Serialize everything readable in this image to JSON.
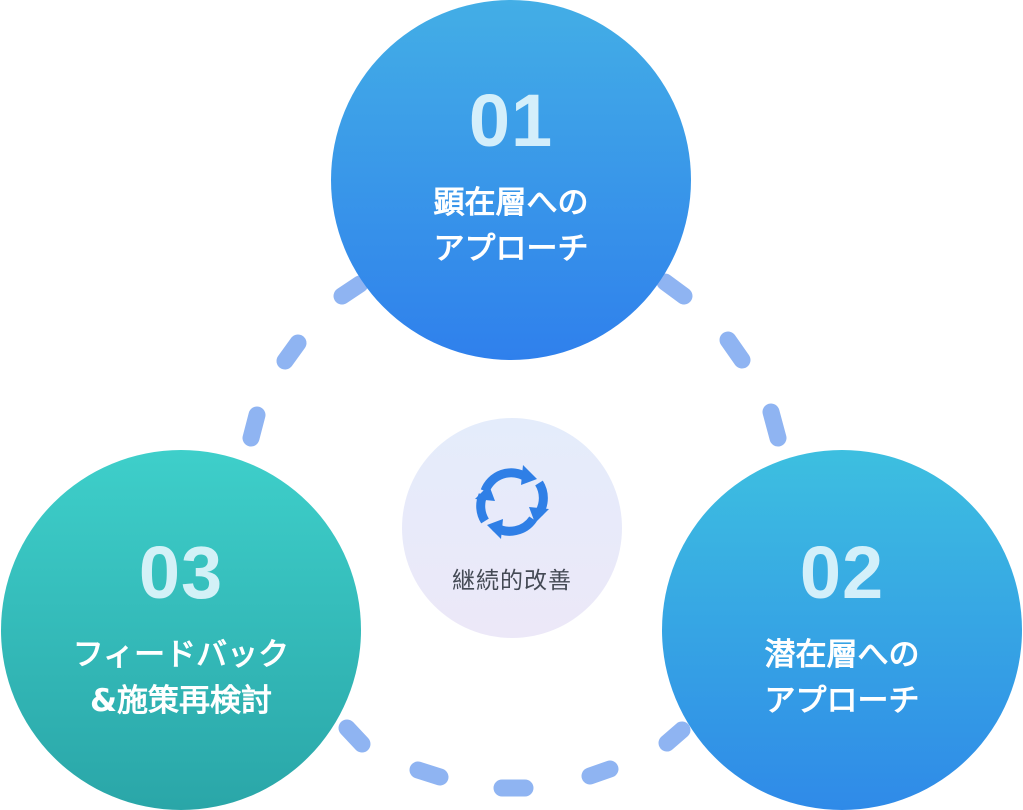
{
  "steps": [
    {
      "number": "01",
      "line1": "顕在層への",
      "line2": "アプローチ"
    },
    {
      "number": "02",
      "line1": "潜在層への",
      "line2": "アプローチ"
    },
    {
      "number": "03",
      "line1": "フィードバック",
      "line2": "&施策再検討"
    }
  ],
  "center": {
    "label": "継続的改善",
    "icon": "refresh-cycle-icon"
  },
  "colors": {
    "step1": "#3a8fe8",
    "step2": "#3aa8e4",
    "step3": "#34bbb8",
    "connector": "#8fb4f2",
    "center_bg": "#e8eafa",
    "icon": "#2f7fe6"
  }
}
